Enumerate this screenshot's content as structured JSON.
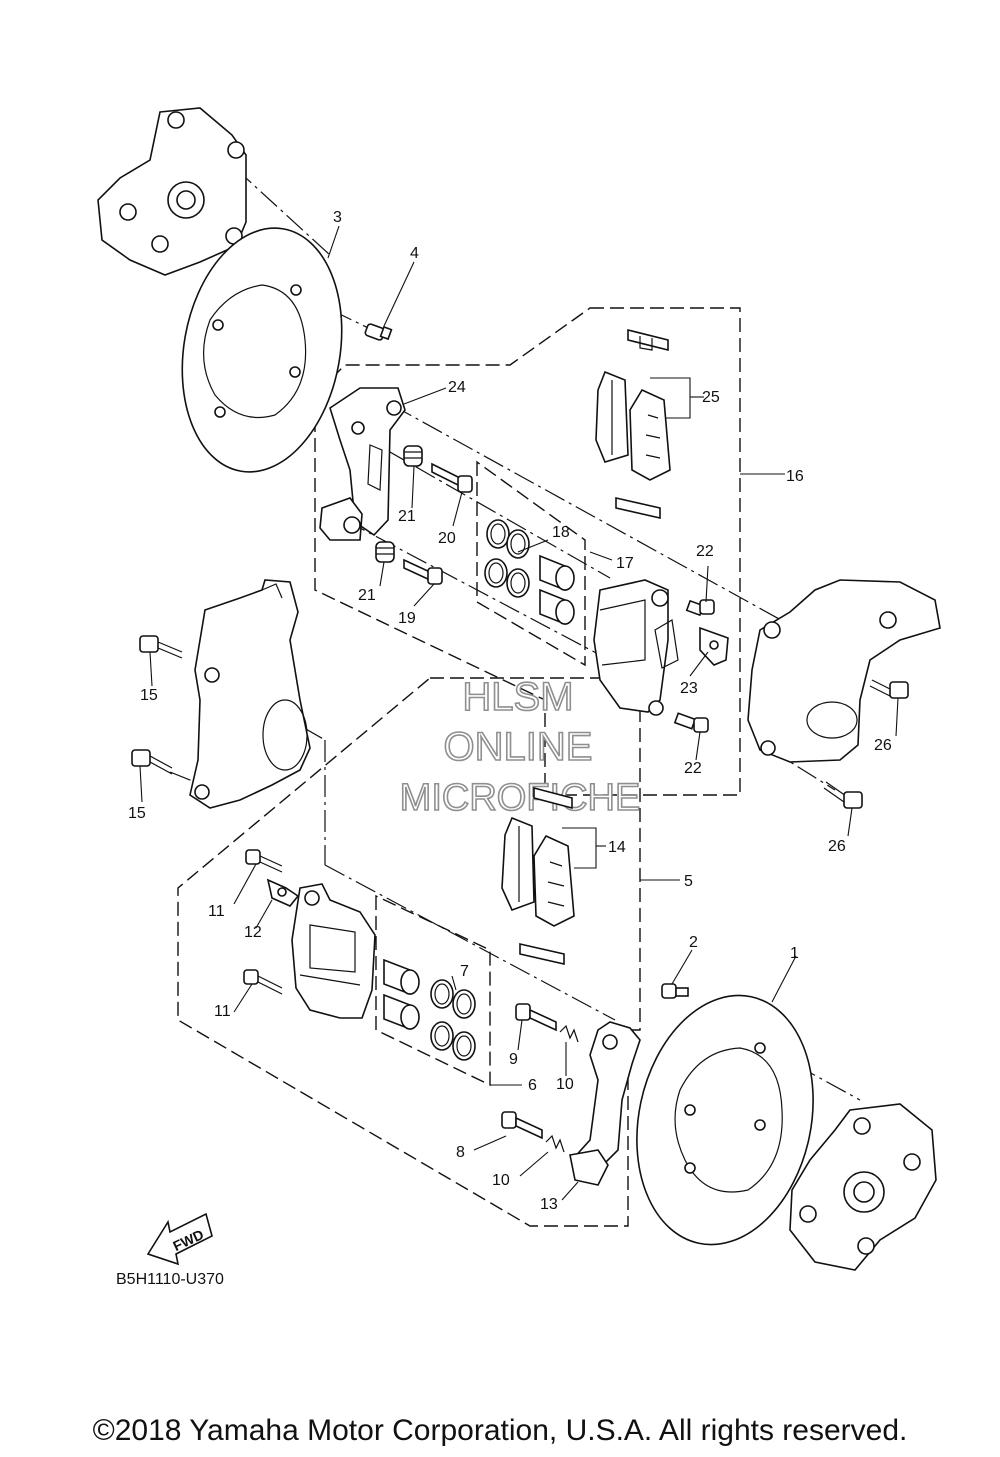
{
  "diagram": {
    "ref_code": "B5H1110-U370",
    "copyright": "©2018 Yamaha Motor Corporation, U.S.A. All rights reserved.",
    "fwd_label": "FWD",
    "watermark": {
      "line1": "HLSM",
      "line2": "ONLINE",
      "line3": "MICROFICHE"
    },
    "callouts": {
      "c1": "1",
      "c2": "2",
      "c3": "3",
      "c4": "4",
      "c5": "5",
      "c6": "6",
      "c7": "7",
      "c8": "8",
      "c9": "9",
      "c10a": "10",
      "c10b": "10",
      "c11a": "11",
      "c11b": "11",
      "c12": "12",
      "c13": "13",
      "c14": "14",
      "c15a": "15",
      "c15b": "15",
      "c16": "16",
      "c17": "17",
      "c18": "18",
      "c19": "19",
      "c20": "20",
      "c21a": "21",
      "c21b": "21",
      "c22a": "22",
      "c22b": "22",
      "c23": "23",
      "c24": "24",
      "c25": "25",
      "c26a": "26",
      "c26b": "26"
    }
  }
}
